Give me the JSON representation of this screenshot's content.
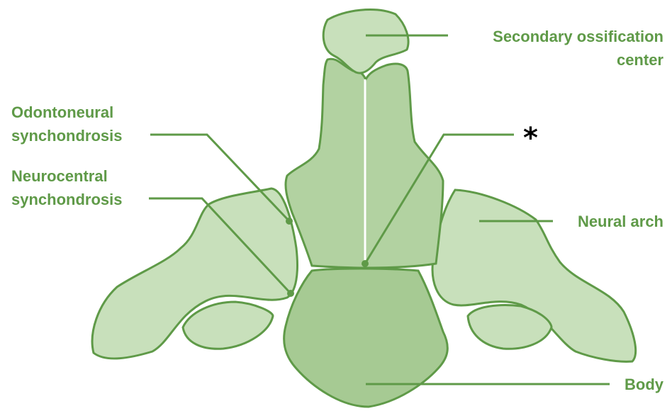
{
  "colors": {
    "outline": "#5f9a48",
    "fill_light": "#c8e0bb",
    "fill_mid": "#b2d2a1",
    "fill_dark": "#a6ca93",
    "label": "#5f9a48",
    "asterisk": "#000000",
    "background": "#ffffff"
  },
  "labels": {
    "secondary_ossification_line1": "Secondary ossification",
    "secondary_ossification_line2": "center",
    "odontoneural_line1": "Odontoneural",
    "odontoneural_line2": "synchondrosis",
    "neurocentral_line1": "Neurocentral",
    "neurocentral_line2": "synchondrosis",
    "neural_arch": "Neural arch",
    "body": "Body",
    "asterisk": "*"
  }
}
